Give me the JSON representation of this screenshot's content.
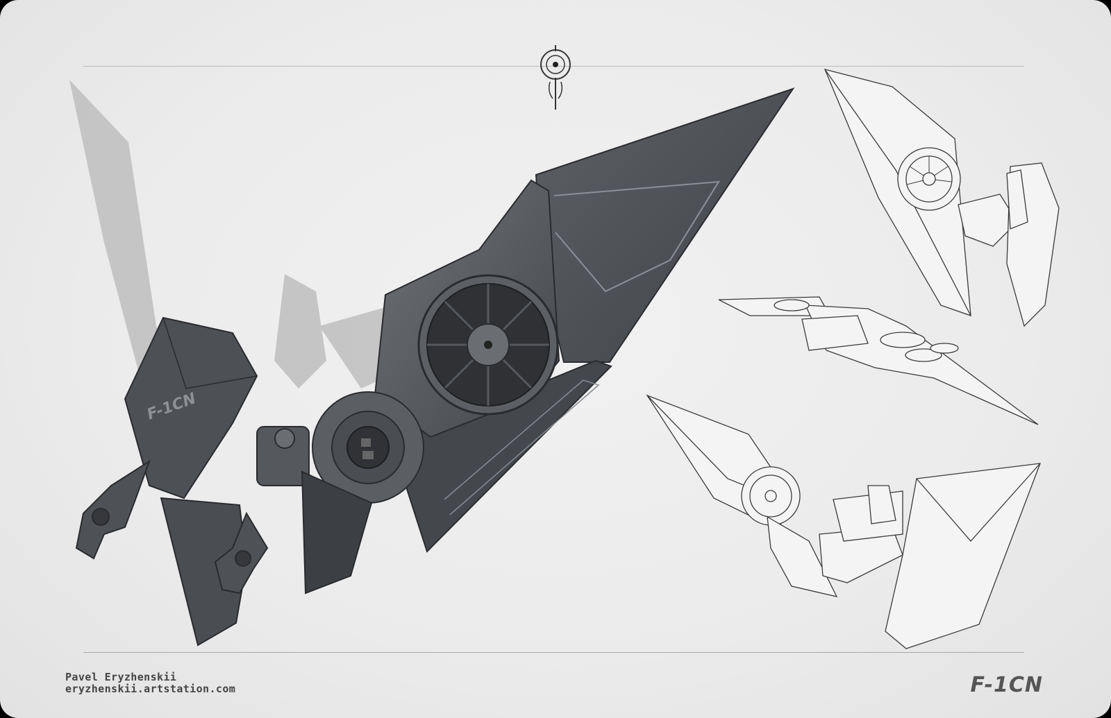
{
  "artist": {
    "name": "Pavel Eryzhenskii",
    "site": "eryzhenskii.artstation.com"
  },
  "model_code": "F-1CN",
  "colors": {
    "background": "#ebebeb",
    "metal_dark": "#4a4c50",
    "metal_mid": "#62656a",
    "line_art": "#3a3a3a",
    "shadow": "#b4b4b4"
  },
  "icons": [
    "crosshair-emblem-icon"
  ]
}
